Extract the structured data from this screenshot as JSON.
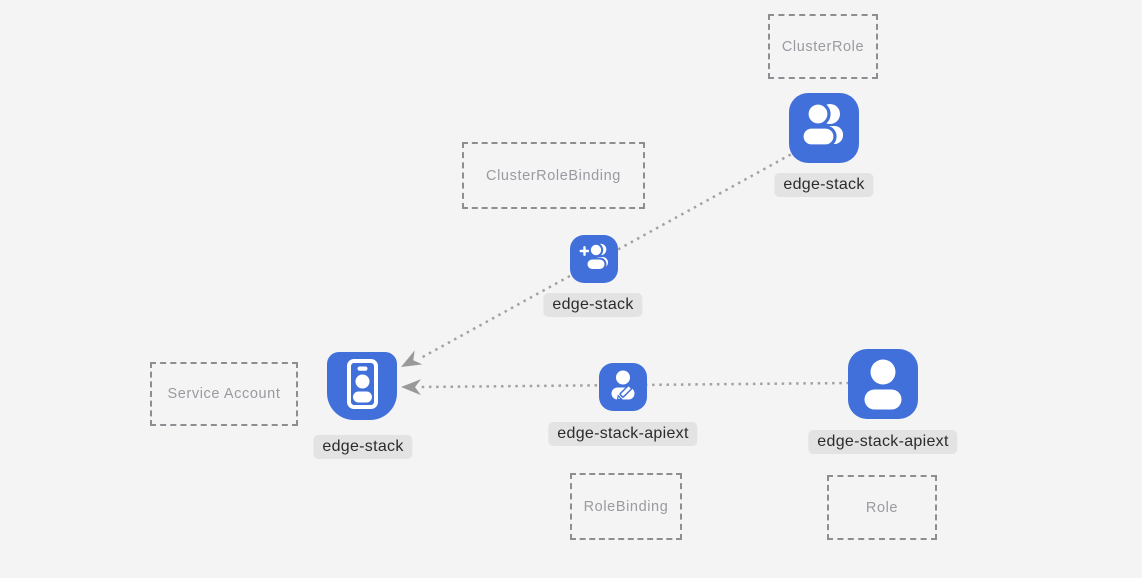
{
  "diagram": {
    "title": "edge-stack RBAC diagram",
    "colors": {
      "background": "#f4f4f5",
      "node_blue": "#4270db",
      "glyph_white": "#ffffff",
      "chip_background": "#e3e3e4",
      "chip_text": "#2b2b2b",
      "dashed_border": "#8d8d92",
      "type_text": "#9a9aa0",
      "edge_dots": "#a2a2a2",
      "arrow": "#999999"
    },
    "type_boxes": [
      {
        "id": "clusterrole",
        "label": "ClusterRole"
      },
      {
        "id": "clusterrolebinding",
        "label": "ClusterRoleBinding"
      },
      {
        "id": "service-account",
        "label": "Service Account"
      },
      {
        "id": "rolebinding",
        "label": "RoleBinding"
      },
      {
        "id": "role",
        "label": "Role"
      }
    ],
    "nodes": [
      {
        "id": "clusterrole-node",
        "icon": "user-group-icon",
        "label": "edge-stack"
      },
      {
        "id": "clusterrolebinding-node",
        "icon": "user-plus-icon",
        "label": "edge-stack"
      },
      {
        "id": "serviceaccount-node",
        "icon": "id-badge-icon",
        "label": "edge-stack"
      },
      {
        "id": "rolebinding-node",
        "icon": "user-edit-icon",
        "label": "edge-stack-apiext"
      },
      {
        "id": "role-node",
        "icon": "user-icon",
        "label": "edge-stack-apiext"
      }
    ],
    "edges": [
      {
        "from": "clusterrole-node",
        "to": "serviceaccount-node",
        "style": "dotted-arrow"
      },
      {
        "from": "role-node",
        "to": "serviceaccount-node",
        "style": "dotted-arrow"
      }
    ]
  }
}
